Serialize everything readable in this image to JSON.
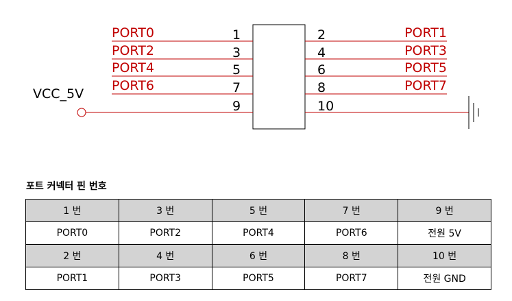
{
  "schematic": {
    "left_labels": [
      "PORT0",
      "PORT2",
      "PORT4",
      "PORT6"
    ],
    "right_labels": [
      "PORT1",
      "PORT3",
      "PORT5",
      "PORT7"
    ],
    "left_pins": [
      "1",
      "3",
      "5",
      "7",
      "9"
    ],
    "right_pins": [
      "2",
      "4",
      "6",
      "8",
      "10"
    ],
    "power_label": "VCC_5V",
    "colors": {
      "port_label": "#c00000",
      "wire": "#c00000",
      "line": "#000000"
    }
  },
  "table": {
    "title": "포트 커넥터 핀 번호",
    "rows": [
      {
        "type": "header",
        "cells": [
          "1 번",
          "3 번",
          "5 번",
          "7 번",
          "9 번"
        ]
      },
      {
        "type": "data",
        "cells": [
          "PORT0",
          "PORT2",
          "PORT4",
          "PORT6",
          "전원 5V"
        ]
      },
      {
        "type": "header",
        "cells": [
          "2 번",
          "4 번",
          "6 번",
          "8 번",
          "10 번"
        ]
      },
      {
        "type": "data",
        "cells": [
          "PORT1",
          "PORT3",
          "PORT5",
          "PORT7",
          "전원 GND"
        ]
      }
    ],
    "header_color": "#d3d3d3"
  }
}
